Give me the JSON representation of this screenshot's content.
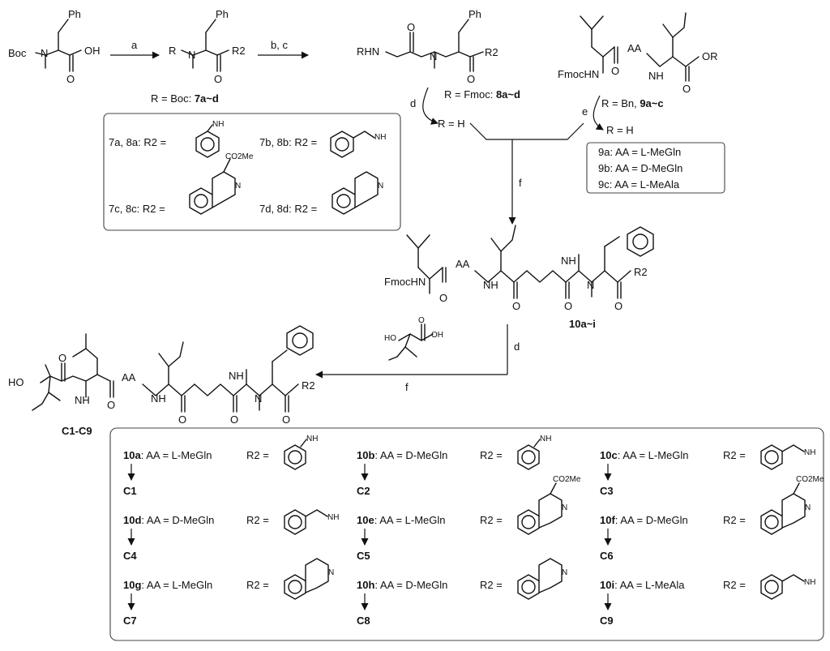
{
  "atoms": {
    "ph": "Ph",
    "boc": "Boc",
    "oh": "OH",
    "n": "N",
    "r": "R",
    "r2": "R2",
    "rhn": "RHN",
    "fmochn": "FmocHN",
    "aa": "AA",
    "or": "OR",
    "nh": "NH",
    "h": "H",
    "o": "O",
    "ho": "HO",
    "co2me": "CO2Me"
  },
  "reagents": {
    "a": "a",
    "bc": "b, c",
    "d": "d",
    "e": "e",
    "f": "f"
  },
  "labels": {
    "r_boc": "R = Boc: ",
    "c7ad": "7a~d",
    "r_fmoc": "R = Fmoc: ",
    "c8ad": "8a~d",
    "r_bn": "R = Bn, ",
    "c9ac": "9a~c",
    "r_h": "R = H",
    "c10ai": "10a~i",
    "c1c9": "C1-C9"
  },
  "box1": [
    {
      "label": "7a, 8a: R2 =",
      "r2": "anilino"
    },
    {
      "label": "7b, 8b: R2 =",
      "r2": "benzylamino"
    },
    {
      "label": "7c, 8c: R2 =",
      "r2": "tic-ome"
    },
    {
      "label": "7d, 8d: R2 =",
      "r2": "thiq"
    }
  ],
  "aa9": [
    {
      "label": "9a: AA = L-MeGln"
    },
    {
      "label": "9b: AA = D-MeGln"
    },
    {
      "label": "9c: AA = L-MeAla"
    }
  ],
  "box2": [
    {
      "cmpd": "10a",
      "aa": ": AA = L-MeGln",
      "r2": "R2 =",
      "prod": "C1"
    },
    {
      "cmpd": "10b",
      "aa": ": AA = D-MeGln",
      "r2": "R2 =",
      "prod": "C2"
    },
    {
      "cmpd": "10c",
      "aa": ": AA = L-MeGln",
      "r2": "R2 =",
      "prod": "C3"
    },
    {
      "cmpd": "10d",
      "aa": ": AA = D-MeGln",
      "r2": "R2 =",
      "prod": "C4"
    },
    {
      "cmpd": "10e",
      "aa": ": AA = L-MeGln",
      "r2": "R2 =",
      "prod": "C5"
    },
    {
      "cmpd": "10f",
      "aa": ": AA = D-MeGln",
      "r2": "R2 =",
      "prod": "C6"
    },
    {
      "cmpd": "10g",
      "aa": ": AA = L-MeGln",
      "r2": "R2 =",
      "prod": "C7"
    },
    {
      "cmpd": "10h",
      "aa": ": AA = D-MeGln",
      "r2": "R2 =",
      "prod": "C8"
    },
    {
      "cmpd": "10i",
      "aa": ": AA = L-MeAla",
      "r2": "R2 =",
      "prod": "C9"
    }
  ]
}
